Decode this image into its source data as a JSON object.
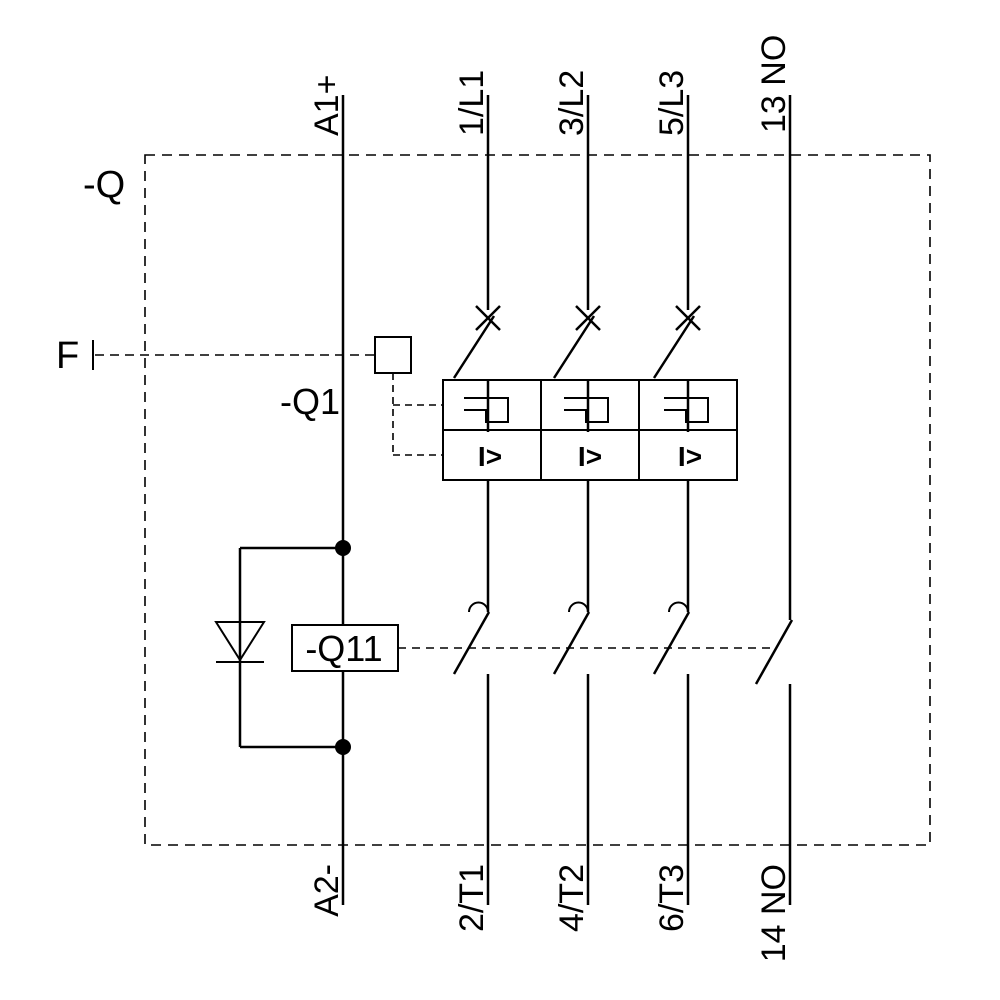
{
  "diagram": {
    "type": "electrical-schematic",
    "description": "Motor starter protector with contactor combination wiring diagram",
    "labels": {
      "enclosure": "-Q",
      "f": "F",
      "q1": "-Q1",
      "q11": "-Q11"
    },
    "top_terminals": [
      {
        "label": "A1+"
      },
      {
        "label": "1/L1"
      },
      {
        "label": "3/L2"
      },
      {
        "label": "5/L3"
      },
      {
        "label": "13 NO"
      }
    ],
    "bottom_terminals": [
      {
        "label": "A2-"
      },
      {
        "label": "2/T1"
      },
      {
        "label": "4/T2"
      },
      {
        "label": "6/T3"
      },
      {
        "label": "14 NO"
      }
    ],
    "overload_symbols": [
      "I>",
      "I>",
      "I>"
    ],
    "colors": {
      "line": "#000000",
      "background": "#ffffff"
    }
  }
}
